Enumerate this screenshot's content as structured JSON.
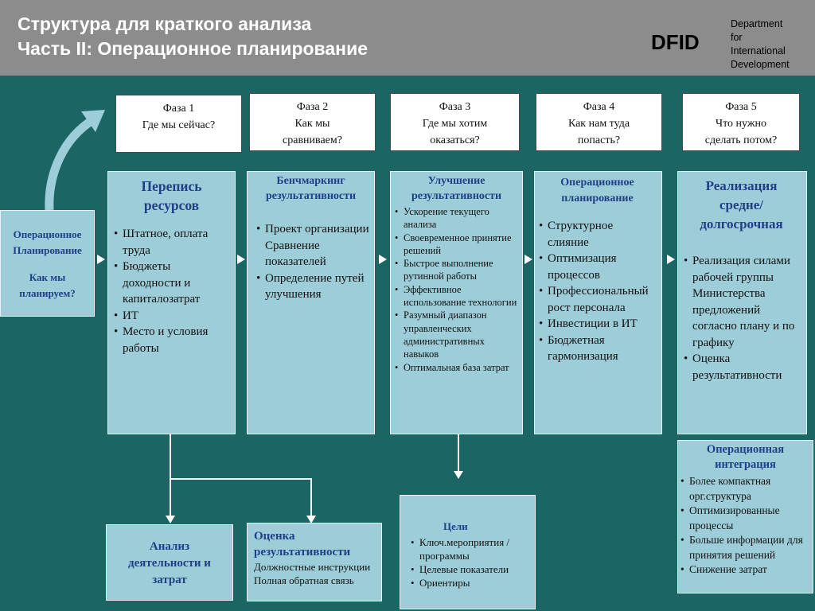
{
  "header": {
    "title_line1": "Структура для краткого анализа",
    "title_line2": "Часть II: Операционное планирование",
    "logo": "DFID",
    "dept_lines": [
      "Department",
      "for",
      "International",
      "Development"
    ]
  },
  "phases": [
    {
      "line1": "Фаза 1",
      "line2": "Где мы сейчас?",
      "line3": ""
    },
    {
      "line1": "Фаза 2",
      "line2": "Как мы",
      "line3": "сравниваем?"
    },
    {
      "line1": "Фаза 3",
      "line2": "Где мы хотим",
      "line3": "оказаться?"
    },
    {
      "line1": "Фаза 4",
      "line2": "Как нам туда",
      "line3": "попасть?"
    },
    {
      "line1": "Фаза 5",
      "line2": "Что нужно",
      "line3": "сделать потом?"
    }
  ],
  "left_box": {
    "title_line1": "Операционное",
    "title_line2": "Планирование",
    "sub_line1": "Как мы",
    "sub_line2": "планируем?"
  },
  "columns": [
    {
      "title": "Перепись ресурсов",
      "items": [
        "Штатное, оплата труда",
        "Бюджеты доходности и капиталозатрат",
        "ИТ",
        "Место и условия работы"
      ]
    },
    {
      "title": "Бенчмаркинг результативности",
      "items": [
        "Проект организации Сравнение показателей",
        "Определение путей улучшения"
      ]
    },
    {
      "title": "Улучшение результативности",
      "items": [
        "Ускорение текущего анализа",
        "Своевременное принятие решений",
        "Быстрое выполнение рутинной работы",
        "Эффективное использование технологии",
        "Разумный диапазон управленческих административных навыков",
        "Оптимальная база затрат"
      ]
    },
    {
      "title": "Операционное планирование",
      "items": [
        "Структурное слияние",
        "Оптимизация процессов",
        "Профессиональный рост персонала",
        "Инвестиции в ИТ",
        "Бюджетная гармонизация"
      ]
    },
    {
      "title": "Реализация средне/долгосрочная",
      "items": [
        "Реализация силами рабочей группы Министерства предложений согласно плану и по графику",
        "Оценка результативности"
      ]
    }
  ],
  "bottom": {
    "analysis": "Анализ деятельности и затрат",
    "evaluation": {
      "title": "Оценка результативности",
      "line1": "Должностные инструкции",
      "line2": "Полная обратная связь"
    },
    "goals": {
      "title": "Цели",
      "items": [
        "Ключ.мероприятия / программы",
        "Целевые показатели",
        "Ориентиры"
      ]
    },
    "integration": {
      "title": "Операционная интеграция",
      "items": [
        "Более компактная орг.структура",
        "Оптимизированные процессы",
        "Больше информации для принятия решений",
        "Снижение затрат"
      ]
    }
  }
}
